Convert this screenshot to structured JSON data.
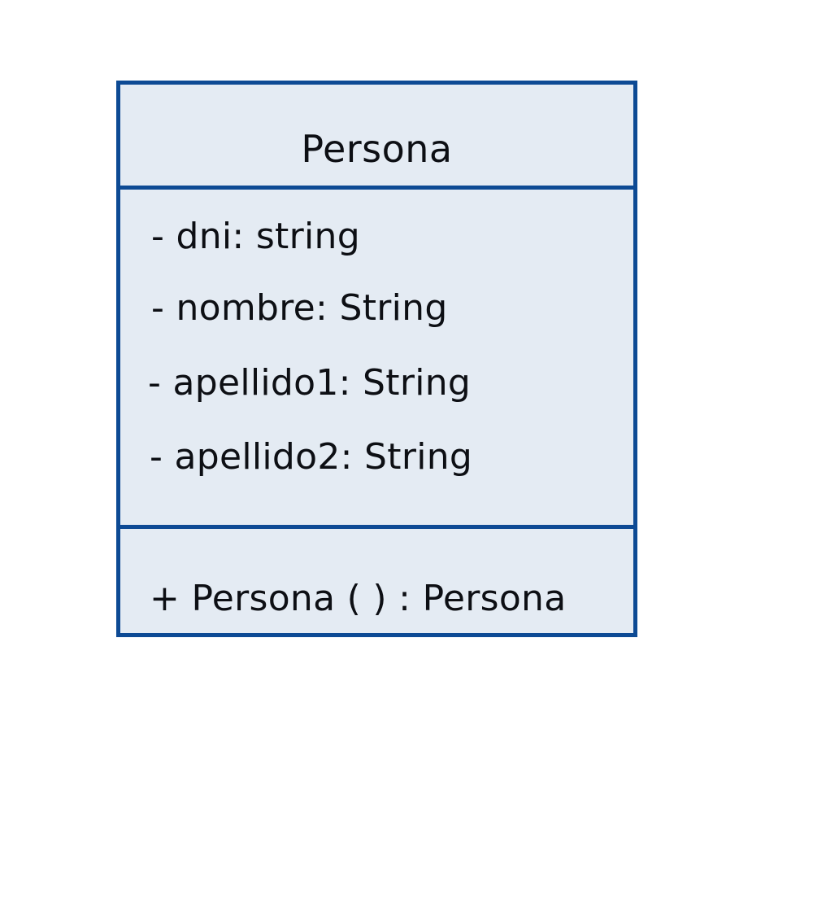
{
  "class": {
    "name": "Persona",
    "attributes": [
      "- dni:  string",
      "- nombre: String",
      "-  apellido1: String",
      "- apellido2: String"
    ],
    "methods": [
      "+ Persona ( ) : Persona"
    ]
  },
  "colors": {
    "border": "#0d4a94",
    "fill": "#e4ebf3",
    "ink": "#0d0f14"
  }
}
